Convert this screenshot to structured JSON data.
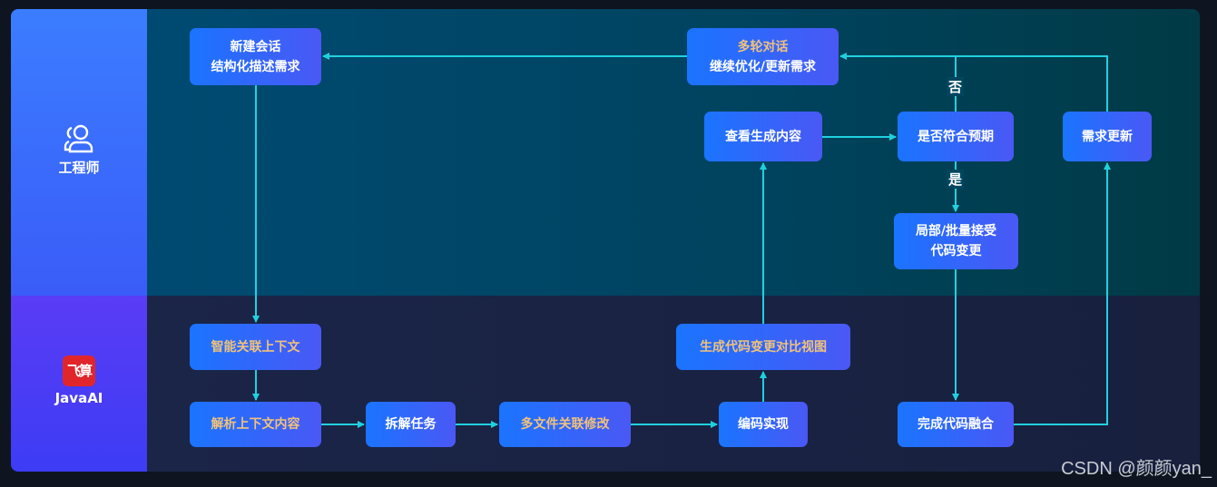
{
  "lanes": {
    "engineer": {
      "label": "工程师",
      "icon": "user-group-icon"
    },
    "ai": {
      "label": "JavaAI",
      "logo_text": "飞算"
    }
  },
  "nodes": {
    "new_session": {
      "line1": "新建会话",
      "line2": "结构化描述需求"
    },
    "multi_turn": {
      "line1": "多轮对话",
      "line2": "继续优化/更新需求"
    },
    "view_output": {
      "label": "查看生成内容"
    },
    "check_expect": {
      "label": "是否符合预期"
    },
    "req_update": {
      "label": "需求更新"
    },
    "accept_changes": {
      "line1": "局部/批量接受",
      "line2": "代码变更"
    },
    "smart_context": {
      "label": "智能关联上下文"
    },
    "parse_context": {
      "label": "解析上下文内容"
    },
    "split_task": {
      "label": "拆解任务"
    },
    "multi_file": {
      "label": "多文件关联修改"
    },
    "coding": {
      "label": "编码实现"
    },
    "diff_view": {
      "label": "生成代码变更对比视图"
    },
    "merge": {
      "label": "完成代码融合"
    }
  },
  "edge_labels": {
    "no": "否",
    "yes": "是"
  },
  "watermark": "CSDN @颜颜yan_",
  "colors": {
    "arrow": "#1fd1df",
    "highlight_text": "#f0c27a"
  }
}
